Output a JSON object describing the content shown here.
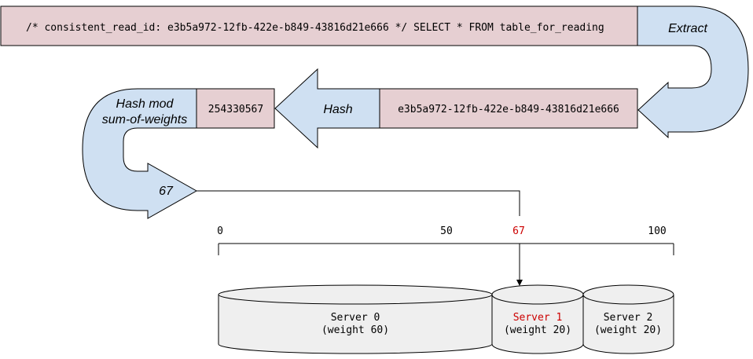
{
  "query_box": {
    "text": "/* consistent_read_id: e3b5a972-12fb-422e-b849-43816d21e666 */ SELECT * FROM table_for_reading"
  },
  "extract_arrow": {
    "label": "Extract"
  },
  "id_box": {
    "text": "e3b5a972-12fb-422e-b849-43816d21e666"
  },
  "hash_arrow": {
    "label": "Hash"
  },
  "hash_box": {
    "text": "254330567"
  },
  "hashmod_arrow": {
    "line1": "Hash mod",
    "line2": "sum-of-weights",
    "result": "67"
  },
  "scale": {
    "ticks": [
      {
        "label": "0",
        "highlight": false
      },
      {
        "label": "50",
        "highlight": false
      },
      {
        "label": "67",
        "highlight": true
      },
      {
        "label": "100",
        "highlight": false
      }
    ]
  },
  "servers": [
    {
      "name": "Server 0",
      "weight": "(weight 60)",
      "highlight": false
    },
    {
      "name": "Server 1",
      "weight": "(weight 20)",
      "highlight": true
    },
    {
      "name": "Server 2",
      "weight": "(weight 20)",
      "highlight": false
    }
  ],
  "colors": {
    "pink_box": "#e6cfd2",
    "blue_arrow": "#cfe0f2",
    "highlight": "#cc0000",
    "stroke": "#000000",
    "cylinder": "#efefef"
  }
}
